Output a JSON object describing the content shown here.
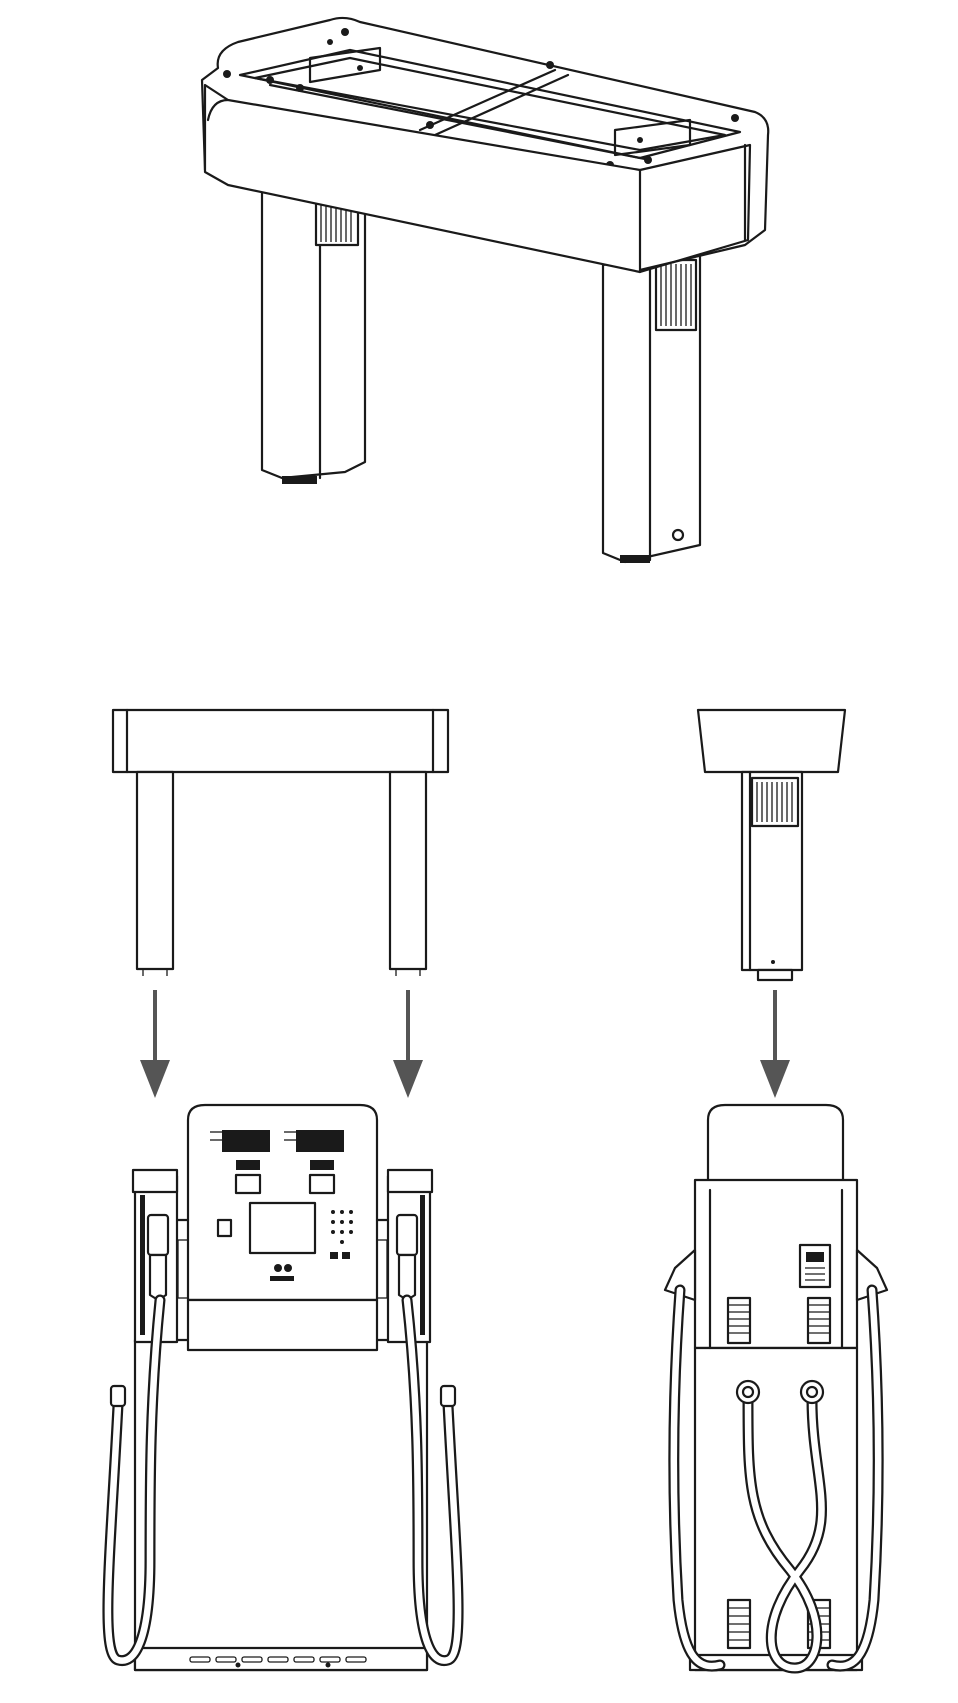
{
  "figure": {
    "title": "",
    "panels": [
      "canopy-frame-isometric",
      "canopy-front-view",
      "canopy-side-view",
      "dispenser-front",
      "dispenser-rear"
    ],
    "arrow_count": 3,
    "colors": {
      "line": "#1a1a1a",
      "arrow": "#555555",
      "background": "#ffffff"
    }
  }
}
